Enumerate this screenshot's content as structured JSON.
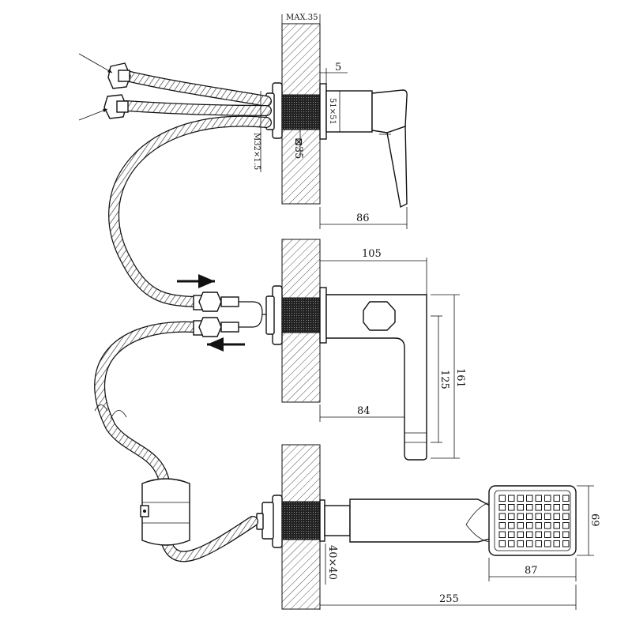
{
  "dimensions": {
    "max_wall": "MAX.35",
    "gap_5": "5",
    "square_51": "51×51",
    "thread": "M32×1.5",
    "square_35": "⊠35",
    "depth_86": "86",
    "width_105": "105",
    "height_161": "161",
    "height_125": "125",
    "depth_84": "84",
    "square_40": "40×40",
    "shower_87": "87",
    "shower_69": "69",
    "total_255": "255"
  }
}
